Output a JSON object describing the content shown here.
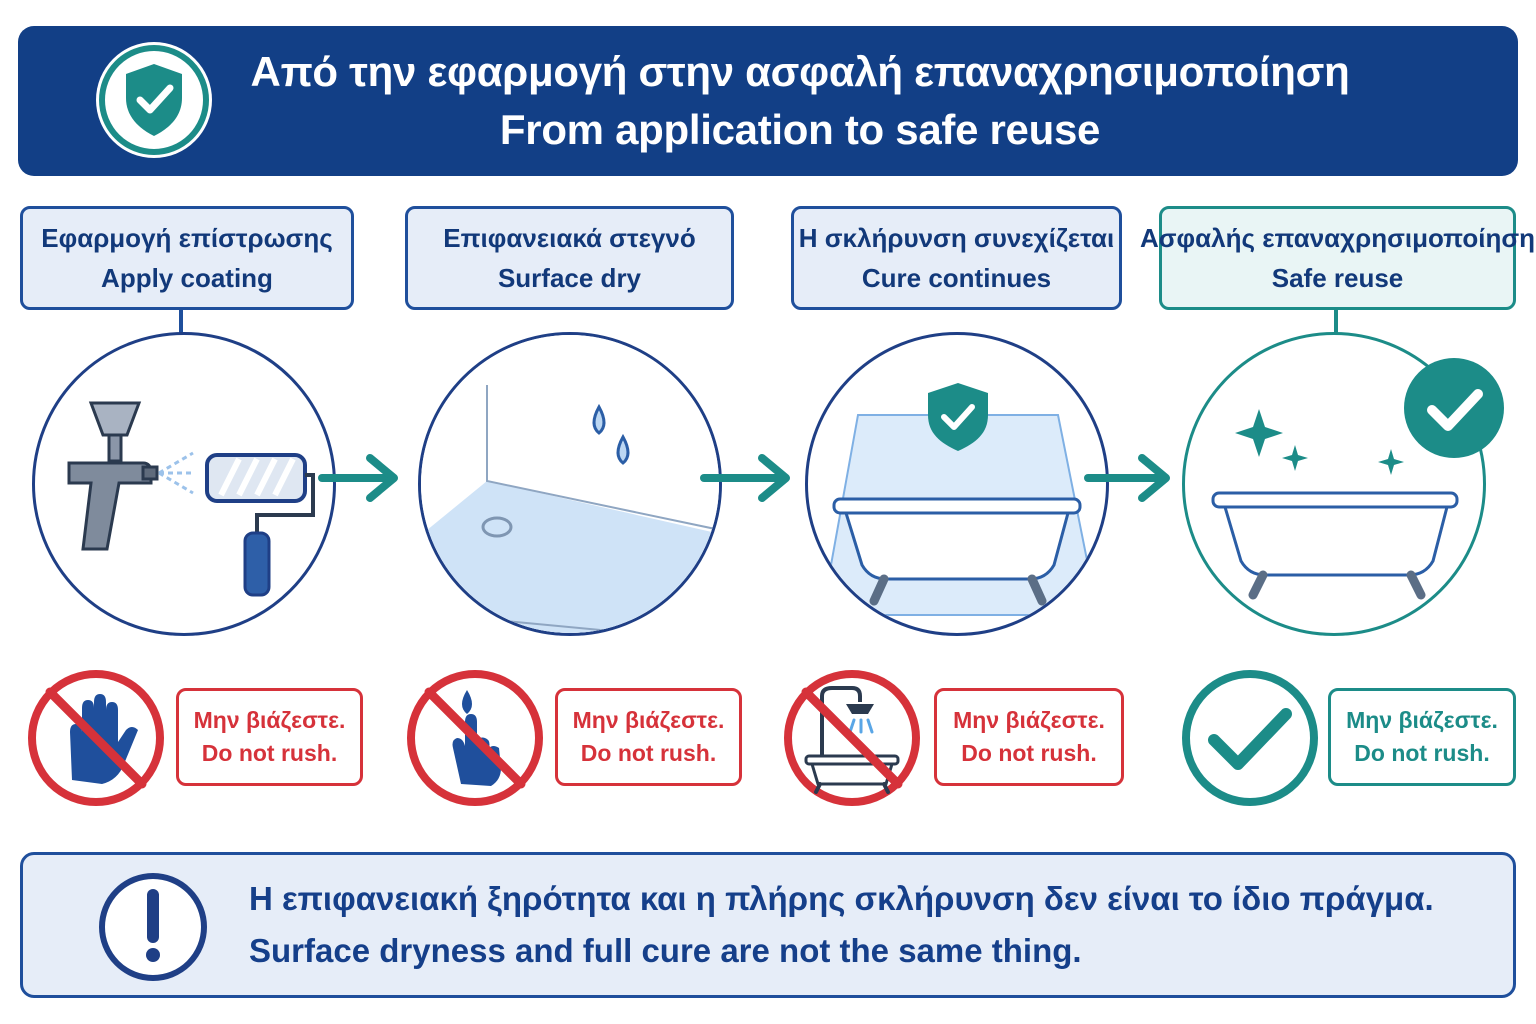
{
  "header": {
    "title_el": "Από την εφαρμογή στην ασφαλή επαναχρησιμοποίηση",
    "title_en": "From application to safe reuse",
    "icon": "shield-check-icon"
  },
  "steps": [
    {
      "label_el": "Εφαρμογή επίστρωσης",
      "label_en": "Apply coating",
      "icon": "spray-gun-and-roller-icon",
      "warning_icon": "no-touch-hand-icon",
      "warning_el": "Μην βιάζεστε.",
      "warning_en": "Do not rush."
    },
    {
      "label_el": "Επιφανειακά στεγνό",
      "label_en": "Surface dry",
      "icon": "dry-surface-icon",
      "warning_icon": "no-water-touch-icon",
      "warning_el": "Μην βιάζεστε.",
      "warning_en": "Do not rush."
    },
    {
      "label_el": "Η σκλήρυνση συνεχίζεται",
      "label_en": "Cure continues",
      "icon": "curing-bathtub-icon",
      "warning_icon": "no-shower-icon",
      "warning_el": "Μην βιάζεστε.",
      "warning_en": "Do not rush."
    },
    {
      "label_el": "Ασφαλής επαναχρησιμοποίηση",
      "label_en": "Safe reuse",
      "icon": "clean-bathtub-icon",
      "warning_icon": "check-icon",
      "warning_el": "Μην βιάζεστε.",
      "warning_en": "Do not rush."
    }
  ],
  "note": {
    "text_el": "Η επιφανειακή ξηρότητα και η πλήρης σκλήρυνση δεν είναι το ίδιο πράγμα.",
    "text_en": "Surface dryness and full cure are not the same thing.",
    "icon": "exclamation-icon"
  },
  "colors": {
    "navy": "#123f86",
    "blue": "#1f4f9c",
    "teal": "#1c8c88",
    "red": "#d6323a",
    "light_blue": "#e6edf8"
  }
}
